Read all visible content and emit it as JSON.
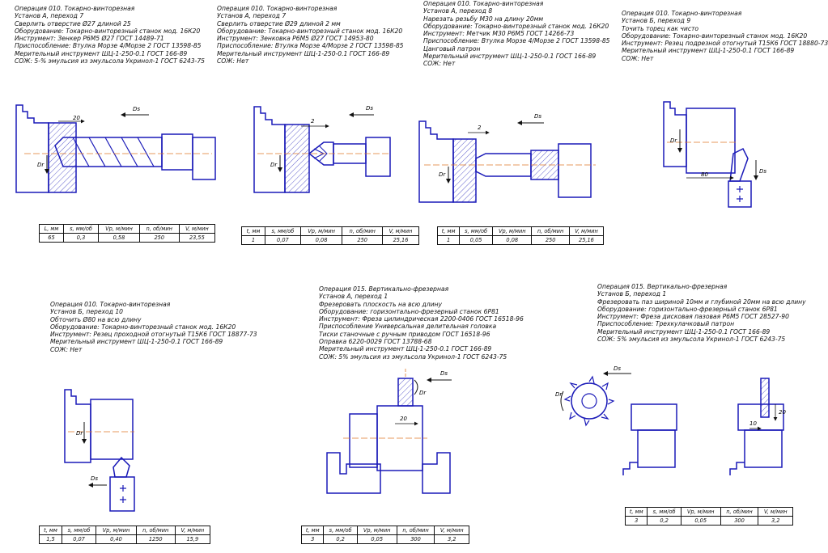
{
  "operations": [
    {
      "lines": [
        "Операция 010. Токарно-винторезная",
        "Установ А, переход 7",
        "Сверлить отверстие Ø27 длиной 25",
        "Оборудование: Токарно-винторезный станок мод. 16К20",
        "Инструмент: Зенкер Р6М5 Ø27  ГОСТ 14489-71",
        "Приспособление: Втулка Морзе 4/Морзе 2 ГОСТ 13598-85",
        "Мерительный инструмент ШЦ-1-250-0.1  ГОСТ 166-89",
        "СОЖ: 5-% эмульсия из эмульсола Укринол-1 ГОСТ 6243-75"
      ]
    },
    {
      "lines": [
        "Операция 010. Токарно-винторезная",
        "Установ А, переход 7",
        "Сверлить отверстие Ø29 длиной 2 мм",
        "Оборудование: Токарно-винторезный станок мод. 16К20",
        "Инструмент: Зенковка Р6М5 Ø27  ГОСТ 14953-80",
        "Приспособление: Втулка Морзе 4/Морзе 2 ГОСТ 13598-85",
        "Мерительный инструмент ШЦ-1-250-0.1  ГОСТ 166-89",
        "СОЖ: Нет"
      ]
    },
    {
      "lines": [
        "Операция 010. Токарно-винторезная",
        "Установ А, переход 8",
        "Нарезать резьбу М30 на длину 20мм",
        "Оборудование: Токарно-винторезный станок мод. 16К20",
        "Инструмент: Метчик М30 Р6М5 ГОСТ 14266-73",
        "Приспособление: Втулка Морзе 4/Морзе 2 ГОСТ 13598-85",
        "                Цанговый патрон",
        "Мерительный инструмент ШЦ-1-250-0.1  ГОСТ 166-89",
        "СОЖ: Нет"
      ]
    },
    {
      "lines": [
        "Операция 010. Токарно-винторезная",
        "Установ Б, переход 9",
        "Точить торец как чисто",
        "Оборудование: Токарно-винторезный станок мод. 16К20",
        "Инструмент: Резец подрезной отогнутый Т15К6 ГОСТ 18880-73",
        "Мерительный инструмент ШЦ-1-250-0.1  ГОСТ 166-89",
        "СОЖ: Нет"
      ]
    },
    {
      "lines": [
        "Операция 010. Токарно-винторезная",
        "Установ Б, переход 10",
        "Обточить Ø80 на всю длину",
        "Оборудование: Токарно-винторезный станок мод. 16К20",
        "Инструмент: Резец проходной отогнутый Т15К6 ГОСТ 18877-73",
        "Мерительный инструмент ШЦ-1-250-0.1  ГОСТ 166-89",
        "СОЖ: Нет"
      ]
    },
    {
      "lines": [
        "Операция 015. Вертикально-фрезерная",
        "Установ А, переход 1",
        "Фрезеровать плоскость на всю длину",
        "Оборудование: горизонтально-фрезерный станок 6Р81",
        "Инструмент: Фреза цилиндрическая 2200-0406 ГОСТ 16518-96",
        "Приспособление        Универсальная делительная головка",
        "                        Тиски станочные с ручным приводом ГОСТ 16518-96",
        "                        Оправка 6220-0029 ГОСТ 13788-68",
        "Мерительный инструмент ШЦ-1-250-0.1  ГОСТ 166-89",
        "СОЖ: 5% эмульсия из эмульсола Укринол-1 ГОСТ 6243-75"
      ]
    },
    {
      "lines": [
        "Операция 015. Вертикально-фрезерная",
        "Установ Б, переход 1",
        "Фрезеровать паз шириной 10мм и глубиной 20мм на всю длину",
        "Оборудование: горизонтально-фрезерный станок 6Р81",
        "Инструмент: Фреза дисковая пазовая Р6М5 ГОСТ 28527-90",
        "Приспособление:      Трехкулачковый патрон",
        "Мерительный инструмент ШЦ-1-250-0.1  ГОСТ 166-89",
        "СОЖ: 5% эмульсия из эмульсола Укринол-1 ГОСТ 6243-75"
      ]
    }
  ],
  "tables": [
    {
      "headers": [
        "L, мм",
        "s, мм/об",
        "Vр, м/мин",
        "n, об/мин",
        "V, м/мин"
      ],
      "values": [
        "65",
        "0,3",
        "0,58",
        "250",
        "23,55"
      ]
    },
    {
      "headers": [
        "t, мм",
        "s, мм/об",
        "Vр, м/мин",
        "n, об/мин",
        "V, м/мин"
      ],
      "values": [
        "1",
        "0,07",
        "0,08",
        "250",
        "25,16"
      ]
    },
    {
      "headers": [
        "t, мм",
        "s, мм/об",
        "Vр, м/мин",
        "n, об/мин",
        "V, м/мин"
      ],
      "values": [
        "1",
        "0,05",
        "0,08",
        "250",
        "25,16"
      ]
    },
    {
      "headers": [
        "t, мм",
        "s, мм/об",
        "Vр, м/мин",
        "n, об/мин",
        "V, м/мин"
      ],
      "values": [
        "1,5",
        "0,07",
        "0,40",
        "1250",
        "15,9"
      ]
    },
    {
      "headers": [
        "t, мм",
        "s, мм/об",
        "Vр, м/мин",
        "n, об/мин",
        "V, м/мин"
      ],
      "values": [
        "3",
        "0,2",
        "0,05",
        "300",
        "3,2"
      ]
    },
    {
      "headers": [
        "t, мм",
        "s, мм/об",
        "Vр, м/мин",
        "n, об/мин",
        "V, м/мин"
      ],
      "values": [
        "3",
        "0,2",
        "0,05",
        "300",
        "3,2"
      ]
    }
  ],
  "labels": {
    "s1": "Ds",
    "d1": "Dr",
    "dim1": "20",
    "s2": "Ds",
    "d2": "Dr",
    "dim2": "2",
    "s3": "Ds",
    "d3": "Dr",
    "dim3": "2",
    "s4": "Ds",
    "d4": "Dr",
    "dim4": "80",
    "s5": "Ds",
    "d5": "Dr",
    "s6": "Ds",
    "d6": "Dr",
    "dim6": "20",
    "s7": "Ds",
    "d7": "Dr",
    "dim7a": "10",
    "dim7b": "20"
  },
  "colors": {
    "part": "#1a1ab8",
    "line": "#111111",
    "axis": "#e07a2a"
  }
}
